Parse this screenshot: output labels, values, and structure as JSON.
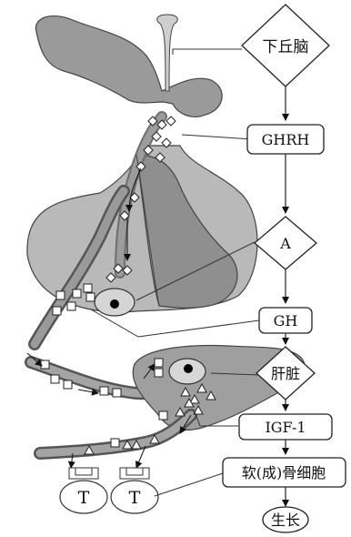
{
  "nodes": {
    "hypothalamus": "下丘脑",
    "ghrh": "GHRH",
    "a": "A",
    "gh": "GH",
    "liver": "肝脏",
    "igf1": "IGF-1",
    "cartilage": "软(成)骨细胞",
    "growth": "生长"
  },
  "target_cells": [
    "T",
    "T"
  ]
}
